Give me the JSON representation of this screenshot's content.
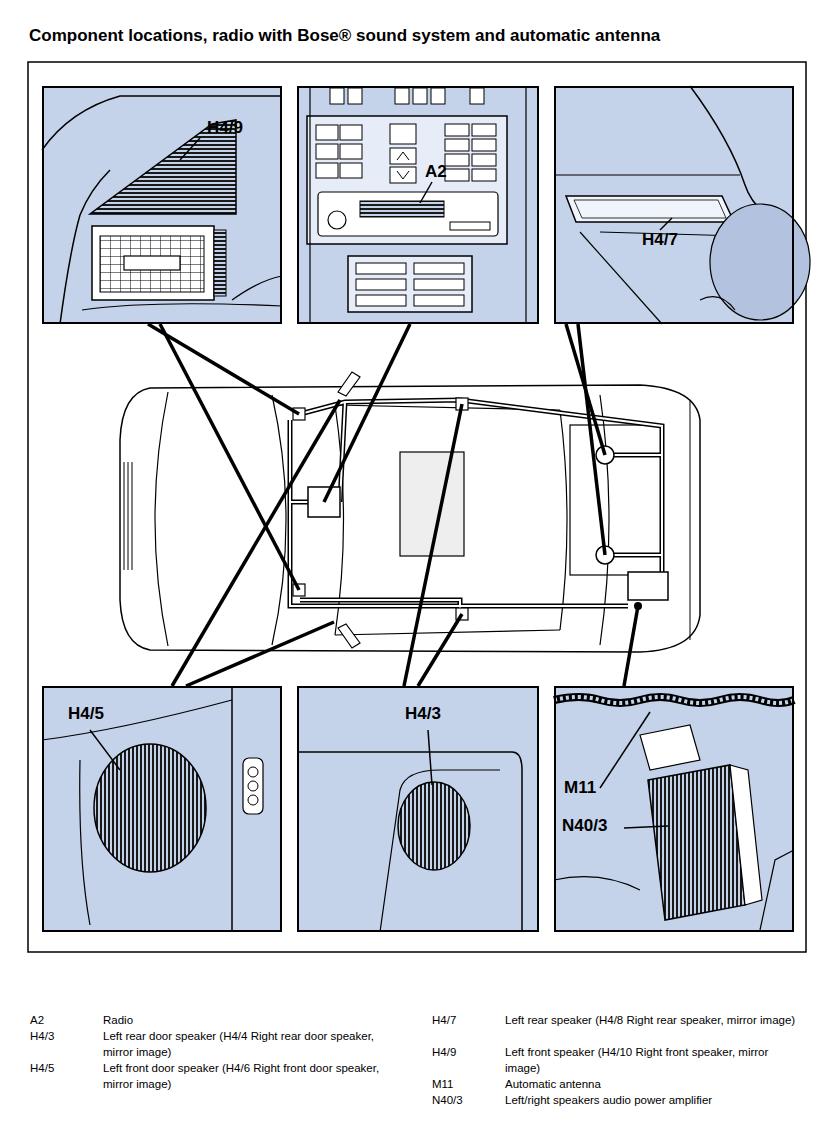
{
  "diagram": {
    "title": "Component locations, radio with Bose® sound system and automatic antenna",
    "nodes": [
      {
        "text": [
          "H4/9"
        ]
      },
      {
        "text": [
          "A2"
        ]
      },
      {
        "text": [
          "H4/7"
        ]
      },
      {
        "text": [
          "H4/5"
        ]
      },
      {
        "text": [
          "H4/3"
        ]
      },
      {
        "text": [
          "M11",
          "N40/3"
        ]
      }
    ],
    "labels": [
      "A2",
      "Radio",
      "H4/3",
      "Left rear door speaker (H4/4 Right rear door speaker, mirror image)",
      "H4/5",
      "Left front door speaker (H4/6 Right front door speaker, mirror image)",
      "H4/7",
      "Left rear speaker (H4/8 Right rear speaker, mirror image)",
      "H4/9",
      "Left front speaker (H4/10 Right front speaker, mirror image)",
      "M11",
      "Automatic antenna",
      "N40/3",
      "Left/right speakers audio power amplifier"
    ]
  }
}
